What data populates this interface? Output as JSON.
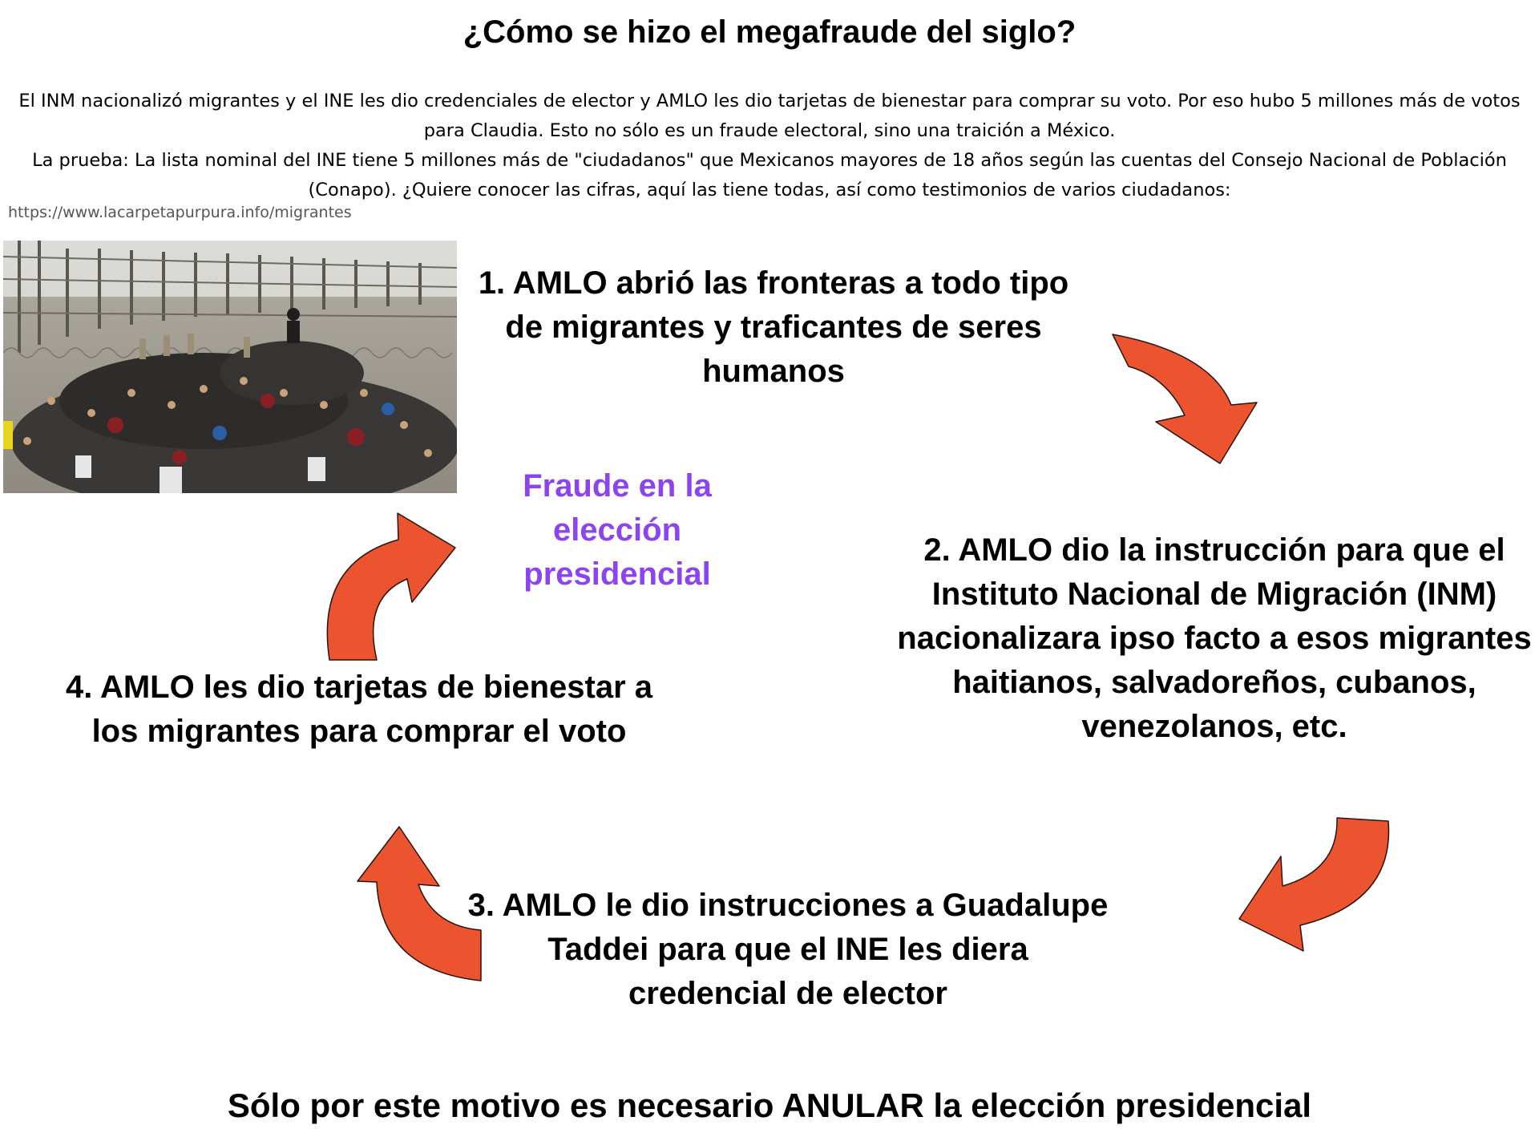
{
  "title": "¿Cómo se hizo el megafraude del siglo?",
  "intro": {
    "paragraph1": "El INM nacionalizó migrantes y el INE les dio credenciales de elector y AMLO les dio tarjetas de bienestar para comprar su voto. Por eso hubo 5 millones más de votos para Claudia. Esto no sólo es un fraude electoral, sino una traición a México.",
    "paragraph2": "La prueba: La lista nominal del INE tiene 5 millones más de \"ciudadanos\" que Mexicanos mayores de 18 años según las cuentas del Consejo Nacional de Población (Conapo). ¿Quiere conocer las cifras, aquí las tiene todas, así como testimonios de varios ciudadanos:"
  },
  "source_url": "https://www.lacarpetapurpura.info/migrantes",
  "center_label": "Fraude en la elección presidencial",
  "steps": {
    "s1": "1. AMLO abrió las fronteras a todo tipo de migrantes y traficantes de seres humanos",
    "s2": "2. AMLO dio la instrucción para que el Instituto Nacional de Migración (INM) nacionalizara ipso facto a esos migrantes haitianos, salvadoreños, cubanos, venezolanos, etc.",
    "s3": "3. AMLO le dio instrucciones a Guadalupe Taddei para que el INE les diera credencial de elector",
    "s4": "4. AMLO les dio tarjetas de bienestar a los migrantes para comprar el voto"
  },
  "footer": "Sólo por este motivo es necesario ANULAR la elección presidencial",
  "colors": {
    "arrow_fill": "#ec5430",
    "arrow_stroke": "#2b1208",
    "center_text": "#8b44f0"
  },
  "icons": [
    "curved-arrow-icon",
    "border-crowd-photo"
  ]
}
